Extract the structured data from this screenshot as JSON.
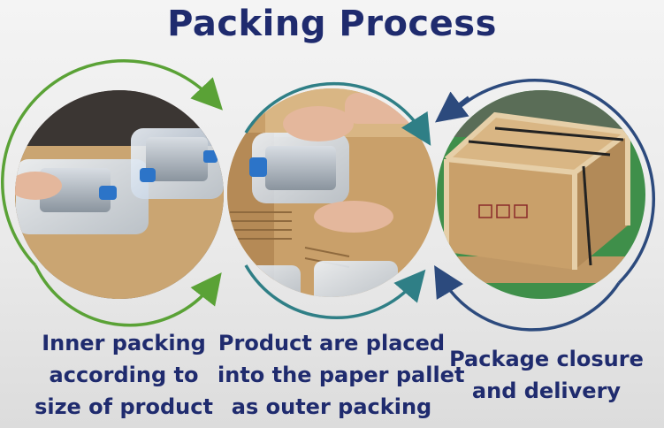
{
  "title": "Packing Process",
  "steps": [
    {
      "lines": [
        "Inner packing",
        "according to",
        "size of product"
      ]
    },
    {
      "lines": [
        "Product are placed",
        "into the paper pallet",
        "as outer packing"
      ]
    },
    {
      "lines": [
        "Package closure",
        "and delivery"
      ]
    }
  ],
  "colors": {
    "title": "#1f2b6e",
    "arrow_green": "#5aa236",
    "arrow_teal": "#2f7f86",
    "arrow_navy": "#2c4a7d",
    "cardboard": "#c9a06a"
  }
}
